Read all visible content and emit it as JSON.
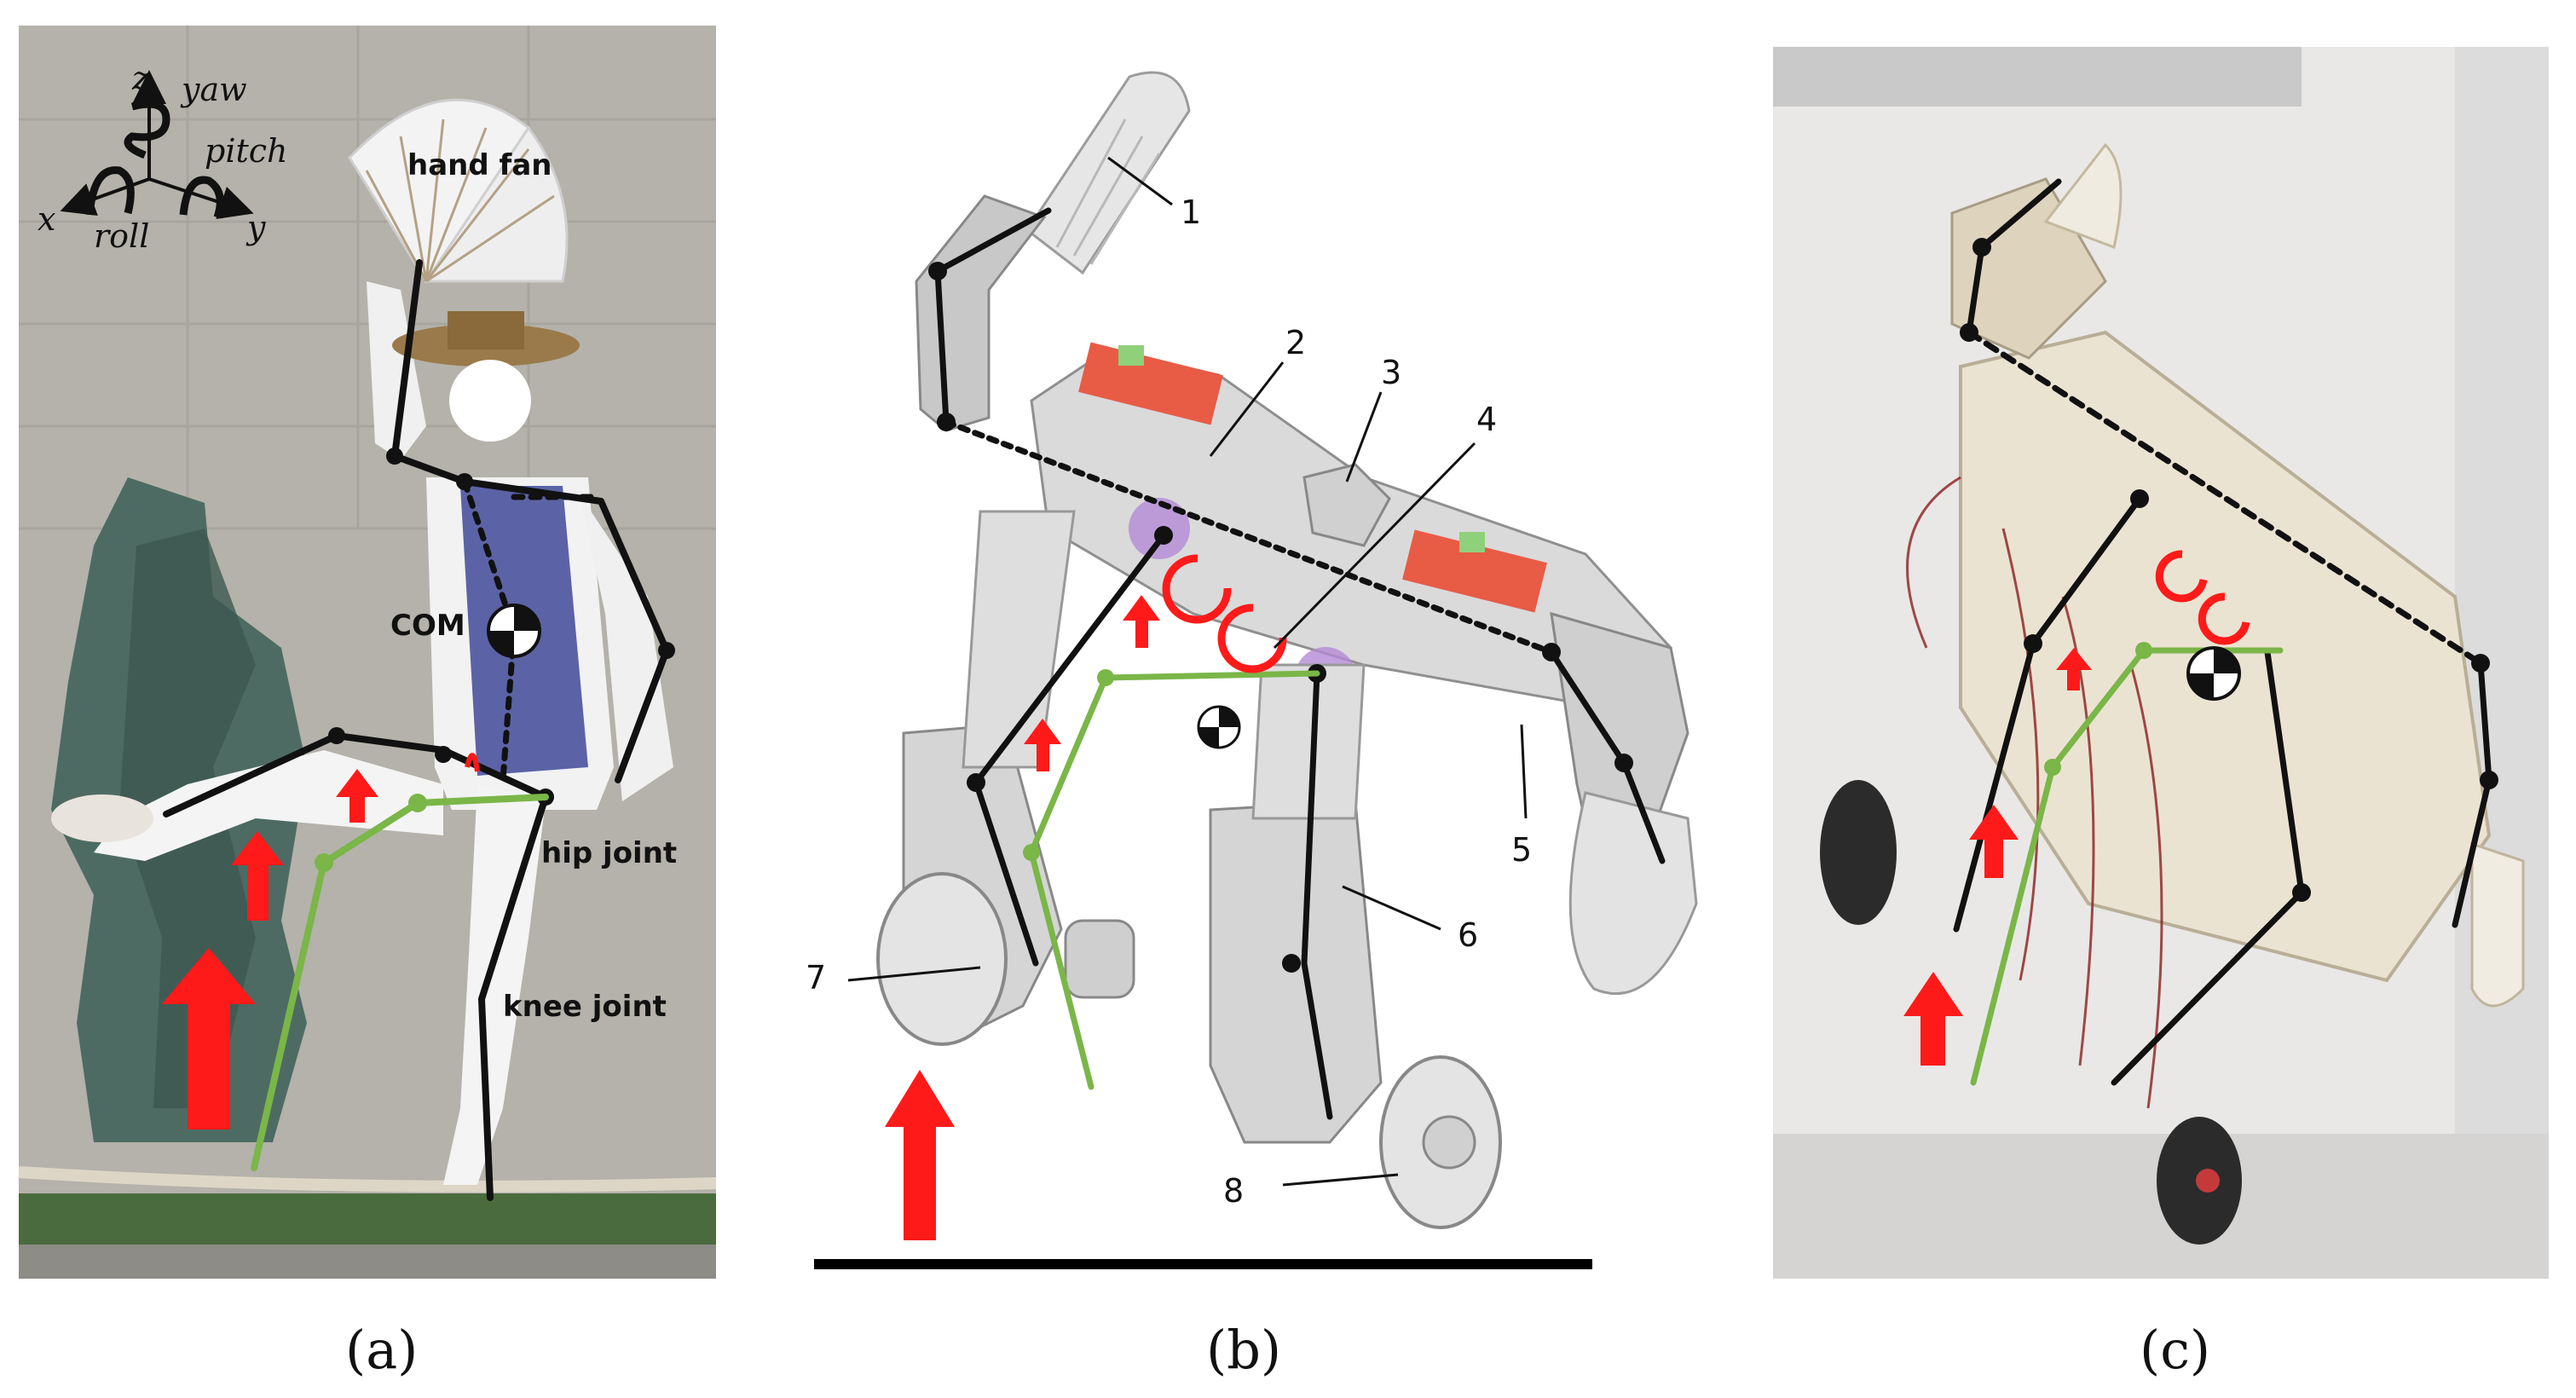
{
  "panel_a": {
    "caption": "(a)",
    "axes": {
      "z": "z",
      "x": "x",
      "y": "y",
      "yaw": "yaw",
      "pitch": "pitch",
      "roll": "roll"
    },
    "labels": {
      "hand_fan": "hand fan",
      "com": "COM",
      "hip_joint": "hip joint",
      "knee_joint": "knee joint"
    }
  },
  "panel_b": {
    "caption": "(b)",
    "parts": [
      "1",
      "2",
      "3",
      "4",
      "5",
      "6",
      "7",
      "8"
    ]
  },
  "panel_c": {
    "caption": "(c)"
  },
  "colors": {
    "skeleton": "#111111",
    "support_leg": "#7ab648",
    "force_arrow": "#ff1a1a",
    "torque": "#ff1a1a"
  }
}
